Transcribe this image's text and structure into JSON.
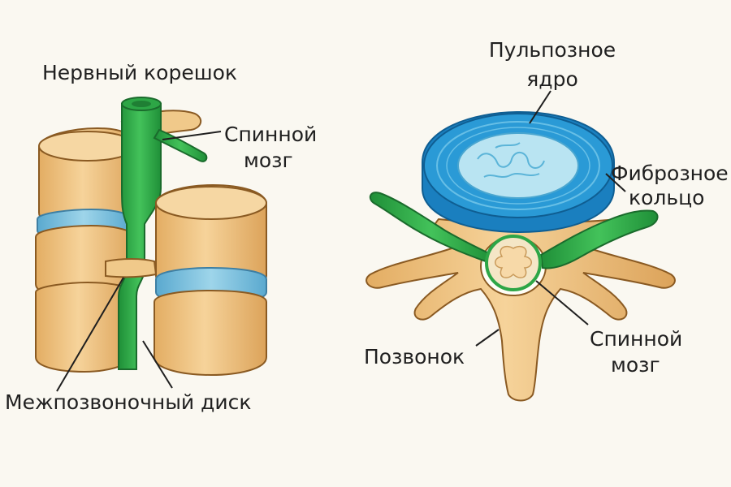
{
  "colors": {
    "background": "#faf8f1",
    "bone": "#f0c98a",
    "bone_dark": "#b07d3c",
    "disc": "#7cc3e0",
    "annulus": "#1f8fd0",
    "nucleus": "#b9e4f2",
    "nerve": "#33b44a",
    "nerve_dark": "#1f7f34",
    "cord": "#f4e6c6"
  },
  "labels": {
    "nerve_root": "Нервный корешок",
    "spinal_cord_left_line1": "Спинной",
    "spinal_cord_left_line2": "мозг",
    "intervertebral_disc": "Межпозвоночный диск",
    "nucleus_line1": "Пульпозное",
    "nucleus_line2": "ядро",
    "annulus_line1": "Фиброзное",
    "annulus_line2": "кольцо",
    "vertebra": "Позвонок",
    "spinal_cord_right_line1": "Спинной",
    "spinal_cord_right_line2": "мозг"
  }
}
